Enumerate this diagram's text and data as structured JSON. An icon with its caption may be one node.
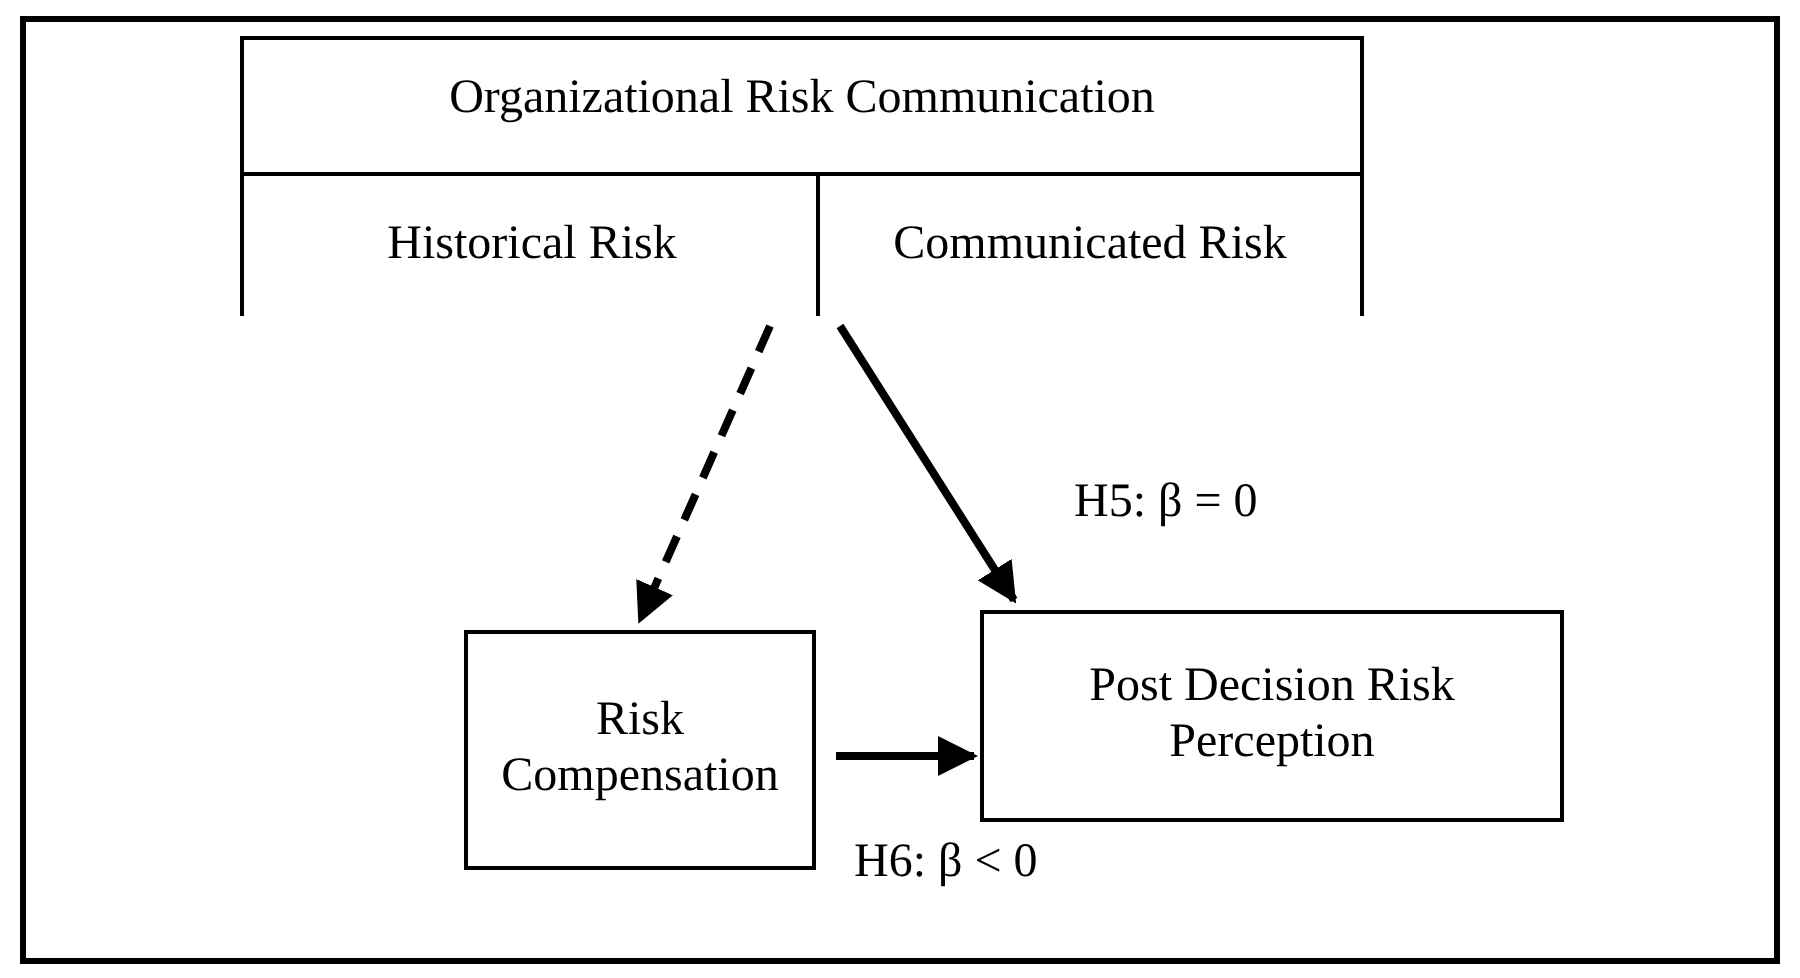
{
  "diagram": {
    "nodes": [
      {
        "text": [
          "Organizational Risk Communication"
        ]
      },
      {
        "text": [
          "Historical Risk"
        ],
        "in": 0
      },
      {
        "text": [
          "Communicated Risk"
        ],
        "in": 0
      },
      {
        "text": [
          "Risk Compensation"
        ]
      },
      {
        "text": [
          "Post Decision Risk Perception"
        ]
      }
    ],
    "edges": [
      {
        "from": 1,
        "to": 3,
        "arrow": "to",
        "style": "dashed"
      },
      {
        "from": 2,
        "to": 4,
        "arrow": "to",
        "label": "H5: β = 0"
      },
      {
        "from": 3,
        "to": 4,
        "arrow": "to",
        "label": "H6: β < 0"
      }
    ]
  }
}
